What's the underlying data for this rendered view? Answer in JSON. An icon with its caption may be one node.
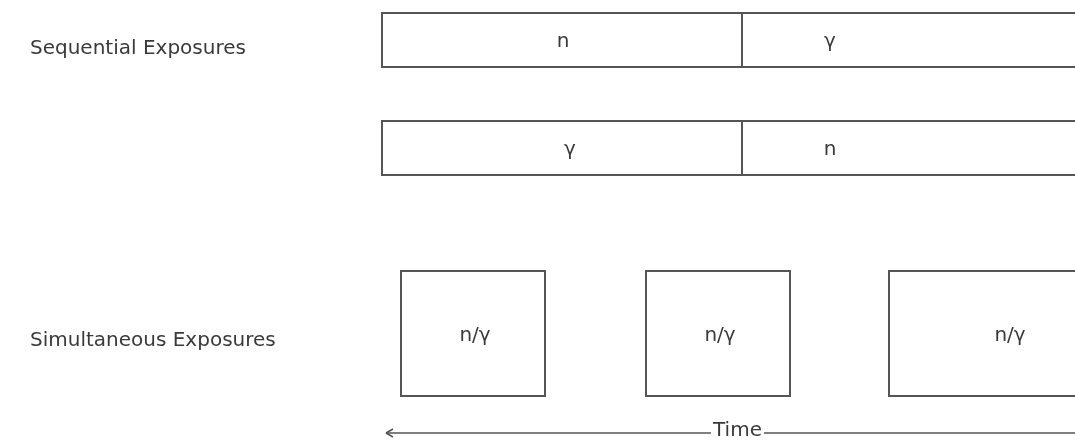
{
  "diagram": {
    "nodes": [
      {
        "text": [
          "n"
        ]
      },
      {
        "text": [
          "γ"
        ]
      },
      {
        "text": [
          "γ"
        ]
      },
      {
        "text": [
          "n"
        ]
      },
      {
        "text": [
          "n/γ"
        ]
      },
      {
        "text": [
          "n/γ"
        ]
      },
      {
        "text": [
          "n/γ"
        ]
      }
    ],
    "edges": [],
    "labels": [
      "Sequential Exposures",
      "Simultaneous Exposures",
      "Time"
    ]
  }
}
